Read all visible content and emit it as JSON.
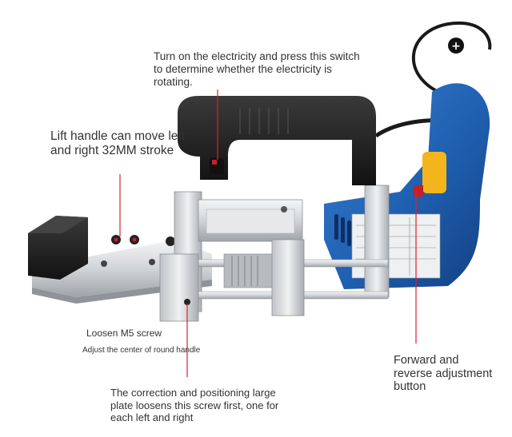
{
  "callouts": {
    "power_switch": "Turn on the electricity and press this switch to determine whether the electricity is rotating.",
    "lift_handle": "Lift handle can move left and right 32MM stroke",
    "loosen_screw": "Loosen M5 screw",
    "adjust_center": "Adjust the center of round handle",
    "correction_plate": "The correction and positioning large plate loosens this screw first, one for each left and right",
    "direction_button": "Forward and reverse adjustment button"
  },
  "colors": {
    "pointer_line": "#e0202a",
    "tool_body_blue": "#1f5fb0",
    "handle_black": "#1e1e1e",
    "frame_aluminum": "#d6d8da",
    "switch_yellow": "#f2b51c",
    "trigger_red": "#c3202a"
  }
}
